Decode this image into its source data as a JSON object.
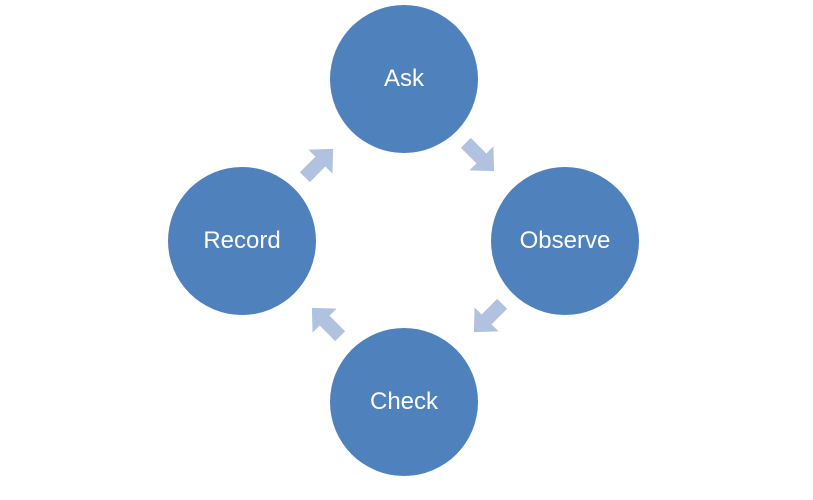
{
  "colors": {
    "node_fill": "#4f81bd",
    "arrow_fill": "#b0c2df",
    "text": "#ffffff"
  },
  "cycle": {
    "nodes": [
      {
        "label": "Ask"
      },
      {
        "label": "Observe"
      },
      {
        "label": "Check"
      },
      {
        "label": "Record"
      }
    ],
    "flow": [
      "Ask",
      "Observe",
      "Check",
      "Record",
      "Ask"
    ]
  }
}
